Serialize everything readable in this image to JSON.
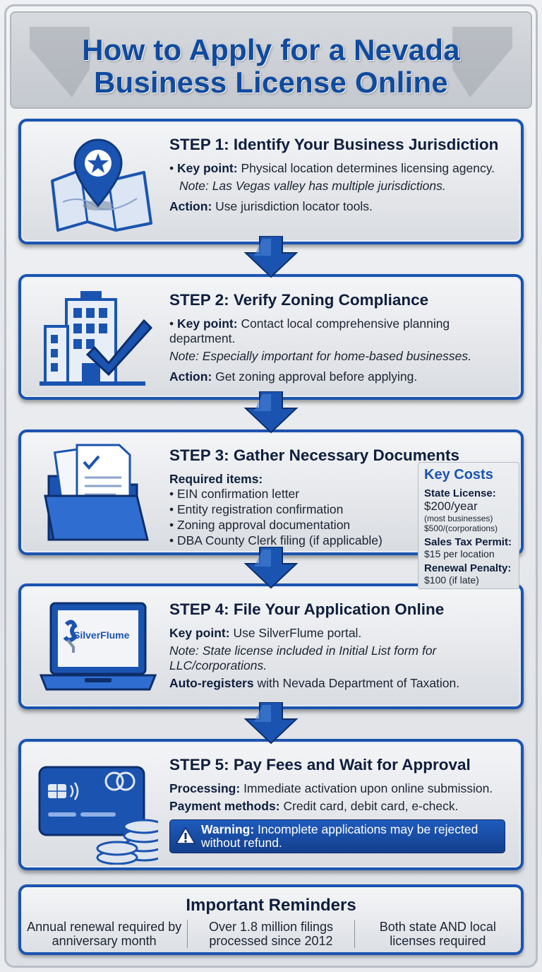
{
  "title": {
    "line1": "How to Apply for a Nevada",
    "line2": "Business License Online"
  },
  "steps": [
    {
      "title": "STEP 1: Identify Your Business Jurisdiction",
      "key_label": "Key point:",
      "key_text": "Physical location determines licensing agency.",
      "note": "Note: Las Vegas valley has multiple jurisdictions.",
      "action_label": "Action:",
      "action_text": "Use jurisdiction locator tools.",
      "icon": "map-pin-icon"
    },
    {
      "title": "STEP 2: Verify Zoning Compliance",
      "key_label": "Key point:",
      "key_text": "Contact local comprehensive planning department.",
      "note": "Note: Especially important for home-based businesses.",
      "action_label": "Action:",
      "action_text": "Get zoning approval before applying.",
      "icon": "building-check-icon"
    },
    {
      "title": "STEP 3: Gather Necessary Documents",
      "required_label": "Required items:",
      "items": [
        "EIN confirmation letter",
        "Entity registration confirmation",
        "Zoning approval documentation",
        "DBA County Clerk filing (if applicable)"
      ],
      "icon": "folder-documents-icon"
    },
    {
      "title": "STEP 4: File Your Application Online",
      "key_label": "Key point:",
      "key_text": "Use SilverFlume portal.",
      "note": "Note: State license included in Initial List form for LLC/corporations.",
      "auto_label": "Auto-registers",
      "auto_text": "with Nevada Department of Taxation.",
      "logo_text": "SilverFlume",
      "icon": "laptop-icon"
    },
    {
      "title": "STEP 5: Pay Fees and Wait for Approval",
      "processing_label": "Processing:",
      "processing_text": "Immediate activation upon online submission.",
      "payment_label": "Payment methods:",
      "payment_text": "Credit card, debit card, e-check.",
      "warning_label": "Warning:",
      "warning_text": "Incomplete applications may be rejected without refund.",
      "icon": "credit-card-coins-icon"
    }
  ],
  "key_costs": {
    "heading": "Key Costs",
    "state_label": "State License:",
    "state_value": "$200/year",
    "state_note1": "(most businesses)",
    "state_note2": "$500/(corporations)",
    "sales_label": "Sales Tax Permit:",
    "sales_value": "$15 per location",
    "renewal_label": "Renewal Penalty:",
    "renewal_value": "$100 (if late)"
  },
  "reminders": {
    "heading": "Important Reminders",
    "items": [
      "Annual renewal required by anniversary month",
      "Over 1.8 million filings processed since 2012",
      "Both state AND local licenses required"
    ]
  },
  "colors": {
    "brand_blue": "#1b54b0",
    "title_blue": "#0f4a9e",
    "text_dark": "#0f1e3d"
  }
}
